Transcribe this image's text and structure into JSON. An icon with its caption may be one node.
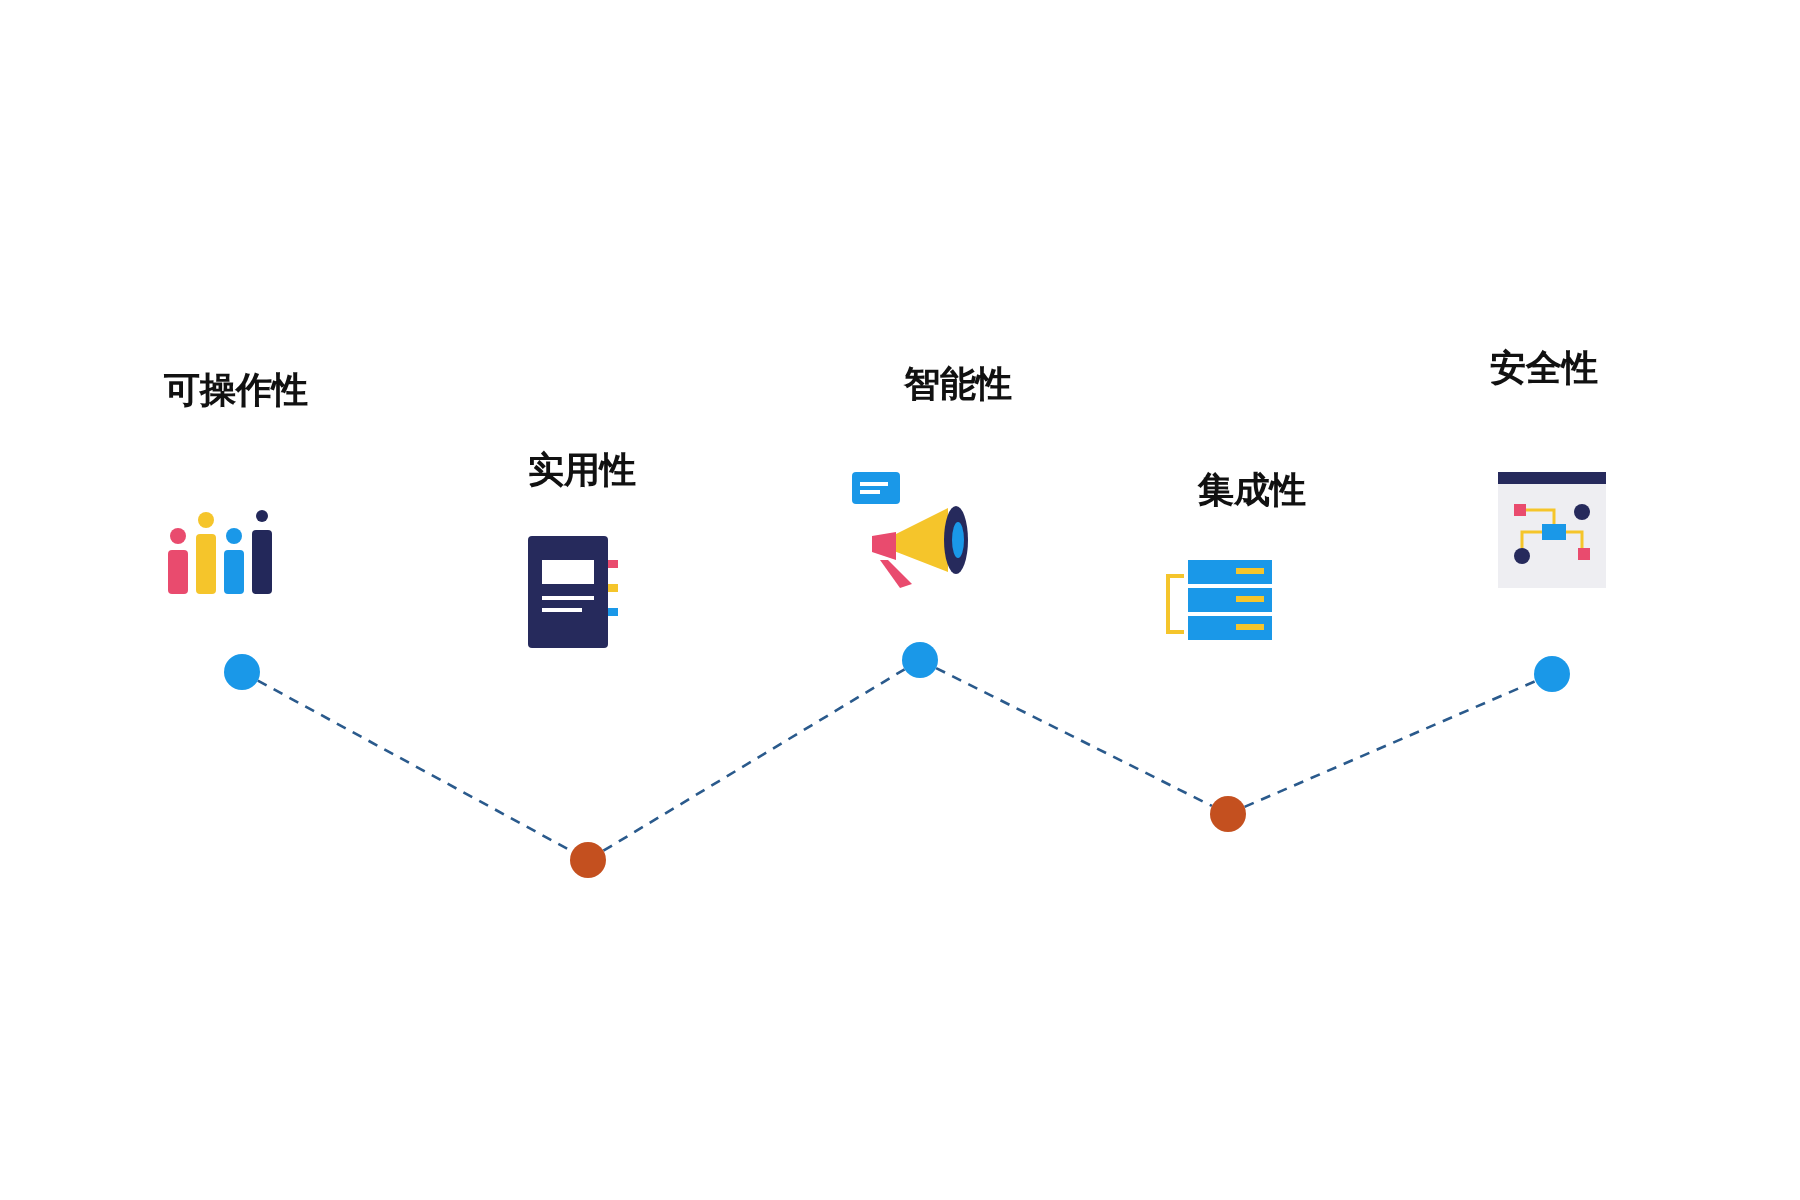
{
  "diagram": {
    "nodes": [
      {
        "text": [],
        "shape": "circle"
      },
      {
        "text": [],
        "shape": "circle"
      },
      {
        "text": [],
        "shape": "circle"
      },
      {
        "text": [],
        "shape": "circle"
      },
      {
        "text": [],
        "shape": "circle"
      }
    ],
    "edges": [
      {
        "from": 0,
        "to": 1,
        "arrow": "none",
        "style": "dashed"
      },
      {
        "from": 1,
        "to": 2,
        "arrow": "none",
        "style": "dashed"
      },
      {
        "from": 2,
        "to": 3,
        "arrow": "none",
        "style": "dashed"
      },
      {
        "from": 3,
        "to": 4,
        "arrow": "none",
        "style": "dashed"
      }
    ],
    "labels": [
      "可操作性",
      "实用性",
      "智能性",
      "集成性",
      "安全性"
    ]
  }
}
